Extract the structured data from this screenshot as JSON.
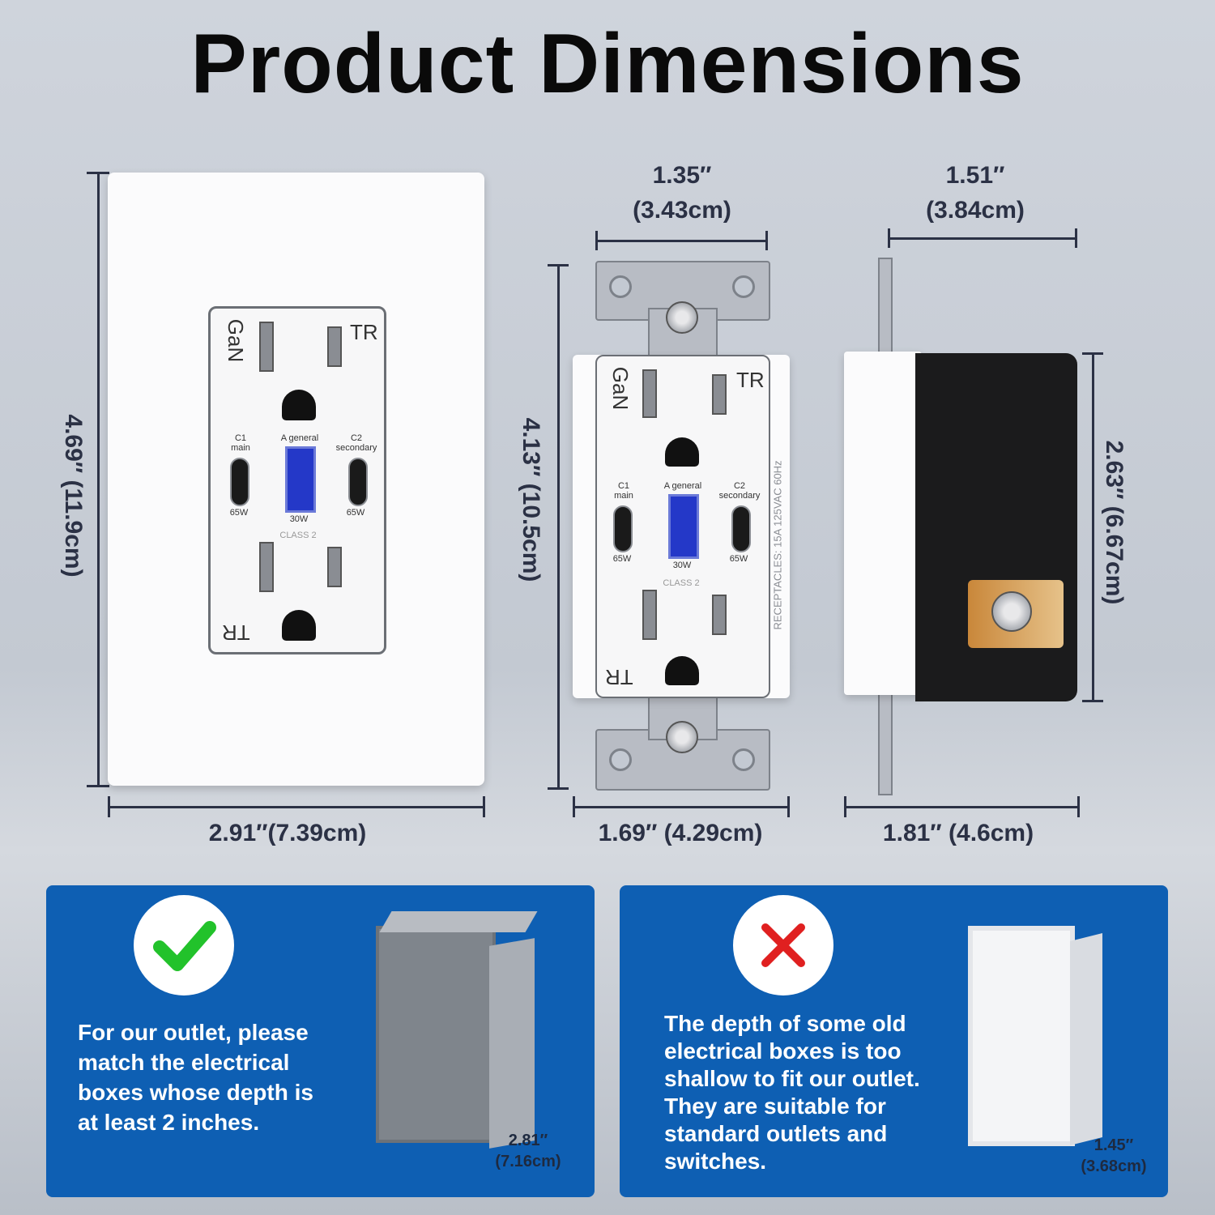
{
  "title": "Product Dimensions",
  "plate": {
    "height": "4.69″ (11.9cm)",
    "width": "2.91″(7.39cm)"
  },
  "outlet": {
    "top_width": "1.35″",
    "top_width_cm": "(3.43cm)",
    "height": "4.13″ (10.5cm)",
    "bottom_width": "1.69″ (4.29cm)",
    "rating": "RECEPTACLES: 15A 125VAC 60Hz"
  },
  "side": {
    "top_width": "1.51″",
    "top_width_cm": "(3.84cm)",
    "height": "2.63″ (6.67cm)",
    "bottom_width": "1.81″ (4.6cm)"
  },
  "face_labels": {
    "gan": "GaN",
    "tr": "TR",
    "c1": "C1",
    "c1_sub": "main",
    "c1_power": "65W",
    "a": "A general",
    "a_power": "30W",
    "c2": "C2",
    "c2_sub": "secondary",
    "c2_power": "65W",
    "class": "CLASS 2"
  },
  "good_panel": {
    "text": "For our outlet, please match the electrical boxes whose depth is at least 2 inches.",
    "depth": "2.81″",
    "depth_cm": "(7.16cm)",
    "icon": "check-icon"
  },
  "bad_panel": {
    "text": "The depth of some old electrical boxes is too shallow to fit our outlet. They are suitable for standard outlets and switches.",
    "depth": "1.45″",
    "depth_cm": "(3.68cm)",
    "icon": "cross-icon"
  },
  "colors": {
    "panel": "#0e5fb3",
    "check": "#22c22b",
    "cross": "#e02020",
    "dim_text": "#2b3145"
  }
}
